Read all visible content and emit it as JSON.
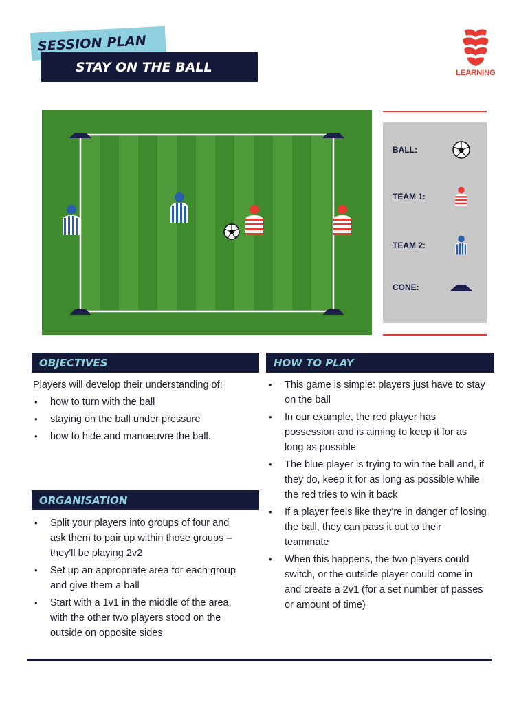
{
  "header": {
    "tag": "SESSION PLAN",
    "title": "STAY ON THE BALL",
    "logo_text": "LEARNING"
  },
  "legend": {
    "items": [
      {
        "label": "BALL:",
        "icon": "football-icon"
      },
      {
        "label": "TEAM 1:",
        "icon": "red-player-icon"
      },
      {
        "label": "TEAM 2:",
        "icon": "blue-player-icon"
      },
      {
        "label": "CONE:",
        "icon": "cone-icon"
      }
    ]
  },
  "objectives": {
    "heading": "OBJECTIVES",
    "intro": "Players will develop their understanding of:",
    "items": [
      "how to turn with the ball",
      "staying on the ball under pressure",
      "how to hide and manoeuvre the ball."
    ]
  },
  "organisation": {
    "heading": "ORGANISATION",
    "items": [
      "Split your players into groups of four and ask them to pair up within those groups – they'll be playing 2v2",
      "Set up an appropriate area for each group and give them a ball",
      "Start with a 1v1 in the middle of the area, with the other two players stood on the outside on opposite sides"
    ]
  },
  "how_to_play": {
    "heading": "HOW TO PLAY",
    "items": [
      "This game is simple: players just have to stay on the ball",
      "In our example, the red player has possession and is aiming to keep it for as long as possible",
      "The blue player is trying to win the ball and, if they do, keep it for as long as possible while the red tries to win it back",
      "If a player feels like they're in danger of losing the ball, they can pass it out to their teammate",
      "When this happens, the two players could switch, or the outside player could come in and create a 2v1 (for a set number of passes or amount of time)"
    ]
  },
  "colors": {
    "navy": "#161a3a",
    "light_blue": "#8fd0e0",
    "red": "#e63b32",
    "pitch_dark": "#3f8a2e",
    "pitch_light": "#4f9a3a"
  }
}
